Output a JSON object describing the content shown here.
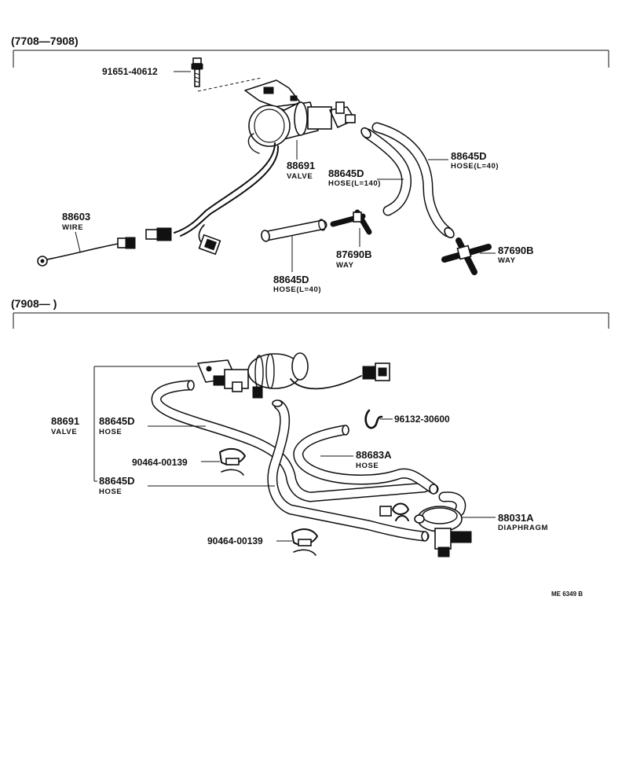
{
  "sections": [
    {
      "range_label": "(7708—7908)"
    },
    {
      "range_label": "(7908—        )"
    }
  ],
  "callouts_top": {
    "bolt_pn": "91651-40612",
    "valve_pn": "88691",
    "valve_desc": "VALVE",
    "hose_mid_pn": "88645D",
    "hose_mid_desc": "HOSE(L=140)",
    "hose_right_pn": "88645D",
    "hose_right_desc": "HOSE(L=40)",
    "wire_pn": "88603",
    "wire_desc": "WIRE",
    "way_mid_pn": "87690B",
    "way_mid_desc": "WAY",
    "way_right_pn": "87690B",
    "way_right_desc": "WAY",
    "hose_bottom_pn": "88645D",
    "hose_bottom_desc": "HOSE(L=40)"
  },
  "callouts_bottom": {
    "valve_pn": "88691",
    "valve_desc": "VALVE",
    "hose_upper_pn": "88645D",
    "hose_upper_desc": "HOSE",
    "clamp_upper_pn": "90464-00139",
    "hose_lower_pn": "88645D",
    "hose_lower_desc": "HOSE",
    "clip_pn": "96132-30600",
    "hose_a_pn": "88683A",
    "hose_a_desc": "HOSE",
    "diaphragm_pn": "88031A",
    "diaphragm_desc": "DIAPHRAGM",
    "clamp_lower_pn": "90464-00139"
  },
  "reference_code": "ME  6349 B"
}
